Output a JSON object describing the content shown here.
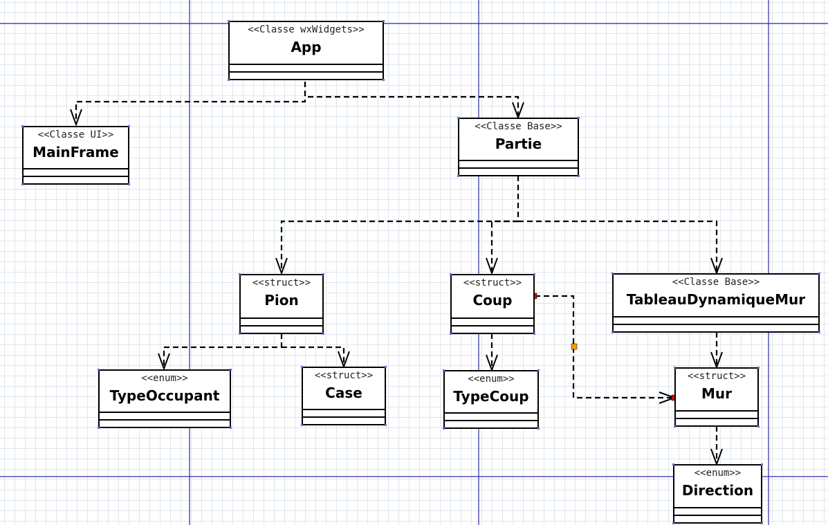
{
  "diagram": {
    "classes": {
      "app": {
        "stereotype": "<<Classe wxWidgets>>",
        "name": "App"
      },
      "mainframe": {
        "stereotype": "<<Classe UI>>",
        "name": "MainFrame"
      },
      "partie": {
        "stereotype": "<<Classe Base>>",
        "name": "Partie"
      },
      "pion": {
        "stereotype": "<<struct>>",
        "name": "Pion"
      },
      "coup": {
        "stereotype": "<<struct>>",
        "name": "Coup"
      },
      "tableau": {
        "stereotype": "<<Classe Base>>",
        "name": "TableauDynamiqueMur"
      },
      "typeoccupant": {
        "stereotype": "<<enum>>",
        "name": "TypeOccupant"
      },
      "case": {
        "stereotype": "<<struct>>",
        "name": "Case"
      },
      "typecoup": {
        "stereotype": "<<enum>>",
        "name": "TypeCoup"
      },
      "mur": {
        "stereotype": "<<struct>>",
        "name": "Mur"
      },
      "direction": {
        "stereotype": "<<enum>>",
        "name": "Direction"
      }
    },
    "dependencies": [
      {
        "from": "App",
        "to": "MainFrame"
      },
      {
        "from": "App",
        "to": "Partie"
      },
      {
        "from": "Partie",
        "to": "Pion"
      },
      {
        "from": "Partie",
        "to": "Coup"
      },
      {
        "from": "Partie",
        "to": "TableauDynamiqueMur"
      },
      {
        "from": "Pion",
        "to": "TypeOccupant"
      },
      {
        "from": "Pion",
        "to": "Case"
      },
      {
        "from": "Coup",
        "to": "TypeCoup"
      },
      {
        "from": "Coup",
        "to": "Mur"
      },
      {
        "from": "TableauDynamiqueMur",
        "to": "Mur"
      },
      {
        "from": "Mur",
        "to": "Direction"
      }
    ],
    "colors": {
      "page_guide": "#2a2ab0",
      "grid": "#dfe6ec",
      "selected_endpoint": "#cc1010",
      "waypoint": "#f0a000"
    }
  }
}
